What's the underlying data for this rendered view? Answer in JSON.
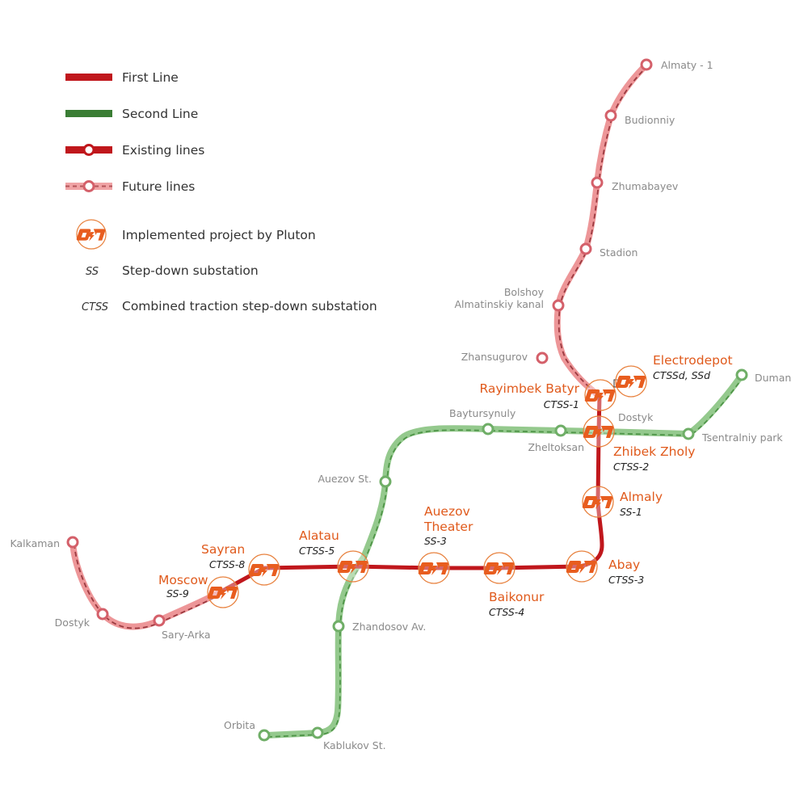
{
  "legend": {
    "first_line": "First Line",
    "second_line": "Second Line",
    "existing_lines": "Existing lines",
    "future_lines": "Future lines",
    "implemented": "Implemented project by Pluton",
    "ss_abbr": "SS",
    "ss_desc": "Step-down substation",
    "ctss_abbr": "CTSS",
    "ctss_desc": "Combined traction step-down substation"
  },
  "colors": {
    "first_line": "#c0171c",
    "second_line": "#3a7d34",
    "future_red": "#e8888a",
    "future_red_dash": "#9b3a40",
    "future_green": "#94c98d",
    "future_green_dash": "#4f9548",
    "project_orange": "#e85d1f"
  },
  "stations": {
    "almaty1": "Almaty - 1",
    "budionniy": "Budionniy",
    "zhumabayev": "Zhumabayev",
    "stadion": "Stadion",
    "bolshoy_1": "Bolshoy",
    "bolshoy_2": "Almatinskiy kanal",
    "zhansugurov": "Zhansugurov",
    "duman": "Duman",
    "tsentralniy": "Tsentralniy park",
    "dostyk_north": "Dostyk",
    "zheltoksan": "Zheltoksan",
    "baytursynuly": "Baytursynuly",
    "auezov_st": "Auezov St.",
    "zhandosov": "Zhandosov Av.",
    "orbita": "Orbita",
    "kablukov": "Kablukov St.",
    "kalkaman": "Kalkaman",
    "dostyk_west": "Dostyk",
    "sary_arka": "Sary-Arka"
  },
  "projects": {
    "electrodepot": {
      "name": "Electrodepot",
      "type": "CTSSd, SSd"
    },
    "rayimbek": {
      "name": "Rayimbek Batyr",
      "type": "CTSS-1"
    },
    "zhibek": {
      "name": "Zhibek Zholy",
      "type": "CTSS-2"
    },
    "almaly": {
      "name": "Almaly",
      "type": "SS-1"
    },
    "abay": {
      "name": "Abay",
      "type": "CTSS-3"
    },
    "baikonur": {
      "name": "Baikonur",
      "type": "CTSS-4"
    },
    "auezov_theater_1": "Auezov",
    "auezov_theater_2": "Theater",
    "auezov_theater_type": "SS-3",
    "alatau": {
      "name": "Alatau",
      "type": "CTSS-5"
    },
    "sayran": {
      "name": "Sayran",
      "type": "CTSS-8"
    },
    "moscow": {
      "name": "Moscow",
      "type": "SS-9"
    }
  }
}
